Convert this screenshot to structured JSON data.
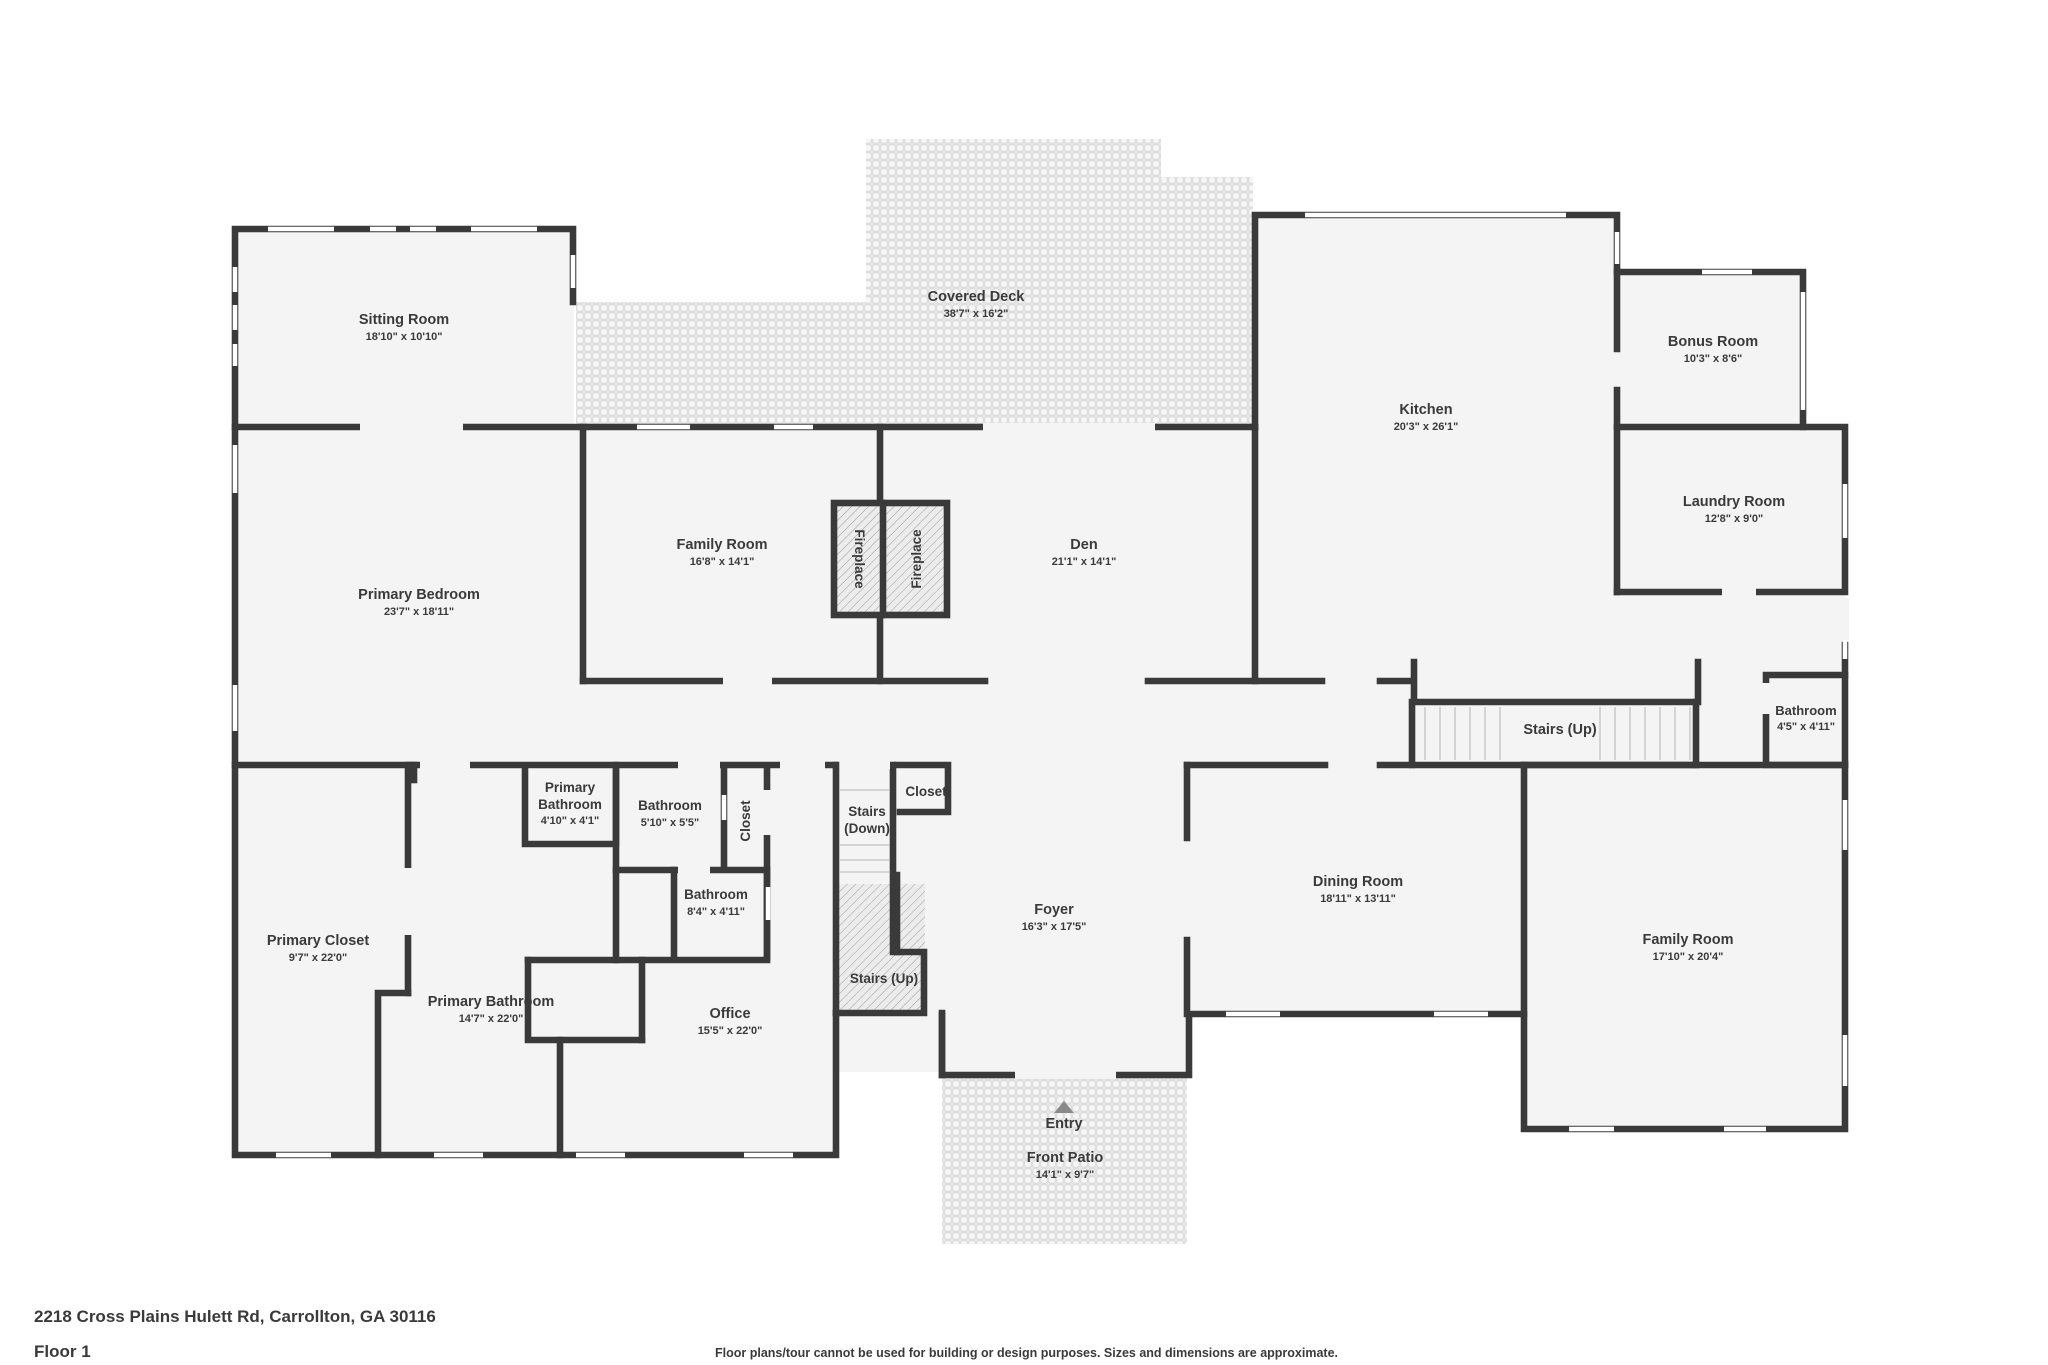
{
  "address": "2218 Cross Plains Hulett Rd, Carrollton, GA 30116",
  "floor_label": "Floor 1",
  "disclaimer": "Floor plans/tour cannot be used for building or design purposes. Sizes and dimensions are approximate.",
  "rooms": {
    "sitting_room": {
      "name": "Sitting Room",
      "dims": "18'10\" x 10'10\""
    },
    "covered_deck": {
      "name": "Covered Deck",
      "dims": "38'7\" x 16'2\""
    },
    "kitchen": {
      "name": "Kitchen",
      "dims": "20'3\" x 26'1\""
    },
    "bonus_room": {
      "name": "Bonus Room",
      "dims": "10'3\" x 8'6\""
    },
    "laundry_room": {
      "name": "Laundry Room",
      "dims": "12'8\" x 9'0\""
    },
    "primary_bedroom": {
      "name": "Primary Bedroom",
      "dims": "23'7\" x 18'11\""
    },
    "family_room_1": {
      "name": "Family Room",
      "dims": "16'8\" x 14'1\""
    },
    "den": {
      "name": "Den",
      "dims": "21'1\" x 14'1\""
    },
    "bathroom_east": {
      "name": "Bathroom",
      "dims": "4'5\" x 4'11\""
    },
    "primary_bathroom_small": {
      "name_line1": "Primary",
      "name_line2": "Bathroom",
      "dims": "4'10\" x 4'1\""
    },
    "bathroom_a": {
      "name": "Bathroom",
      "dims": "5'10\" x 5'5\""
    },
    "bathroom_b": {
      "name": "Bathroom",
      "dims": "8'4\" x 4'11\""
    },
    "primary_closet": {
      "name": "Primary Closet",
      "dims": "9'7\" x 22'0\""
    },
    "primary_bathroom": {
      "name": "Primary Bathroom",
      "dims": "14'7\" x 22'0\""
    },
    "office": {
      "name": "Office",
      "dims": "15'5\" x 22'0\""
    },
    "foyer": {
      "name": "Foyer",
      "dims": "16'3\" x 17'5\""
    },
    "dining_room": {
      "name": "Dining Room",
      "dims": "18'11\" x 13'11\""
    },
    "family_room_2": {
      "name": "Family Room",
      "dims": "17'10\" x 20'4\""
    },
    "front_patio": {
      "name": "Front Patio",
      "dims": "14'1\" x 9'7\""
    }
  },
  "labels": {
    "closet_vertical": "Closet",
    "closet": "Closet",
    "fireplace_1": "Fireplace",
    "fireplace_2": "Fireplace",
    "stairs_up_main": "Stairs (Up)",
    "stairs_down_line1": "Stairs",
    "stairs_down_line2": "(Down)",
    "stairs_up_small": "Stairs (Up)",
    "entry": "Entry"
  },
  "colors": {
    "wall": "#3a3a3a",
    "floor": "#f4f4f4",
    "paver": "#e6e6e6"
  }
}
